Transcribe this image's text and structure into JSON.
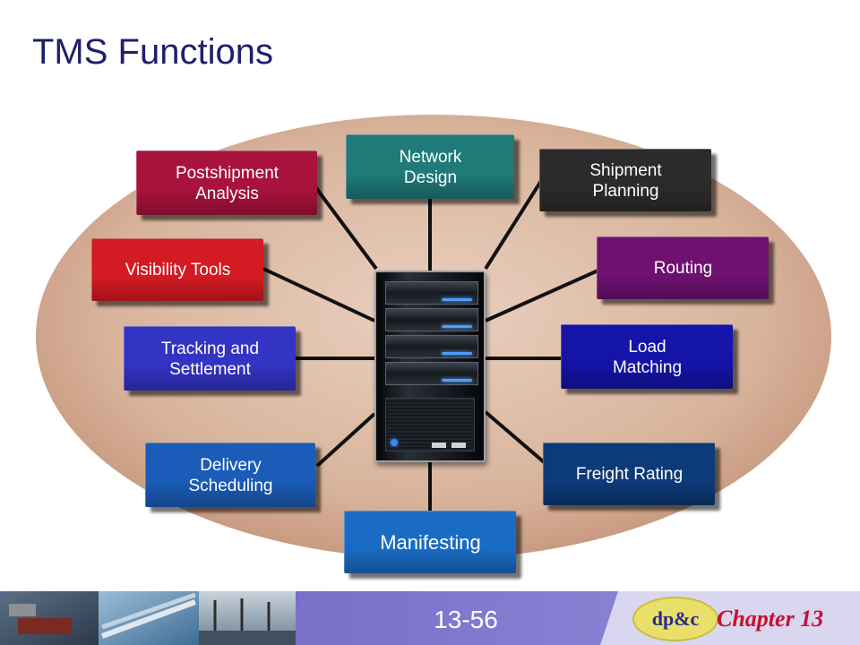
{
  "title": "TMS Functions",
  "functions": [
    {
      "id": "network-design",
      "label": "Network\nDesign",
      "color": "#1f7a78"
    },
    {
      "id": "shipment-planning",
      "label": "Shipment\nPlanning",
      "color": "#2b2b2b"
    },
    {
      "id": "routing",
      "label": "Routing",
      "color": "#6e1170"
    },
    {
      "id": "load-matching",
      "label": "Load\nMatching",
      "color": "#1414a8"
    },
    {
      "id": "freight-rating",
      "label": "Freight Rating",
      "color": "#0d3a78"
    },
    {
      "id": "manifesting",
      "label": "Manifesting",
      "color": "#1a6bc4"
    },
    {
      "id": "delivery-scheduling",
      "label": "Delivery\nScheduling",
      "color": "#1a5cb8"
    },
    {
      "id": "tracking-settlement",
      "label": "Tracking and\nSettlement",
      "color": "#3333c4"
    },
    {
      "id": "visibility-tools",
      "label": "Visibility Tools",
      "color": "#d41a22"
    },
    {
      "id": "postshipment-analysis",
      "label": "Postshipment\nAnalysis",
      "color": "#a8123c"
    }
  ],
  "footer": {
    "slide_number": "13-56",
    "brand": "dp&c",
    "chapter": "Chapter 13",
    "bar_color": "#7b70c8",
    "chapter_panel_color": "#d9d6f0"
  }
}
